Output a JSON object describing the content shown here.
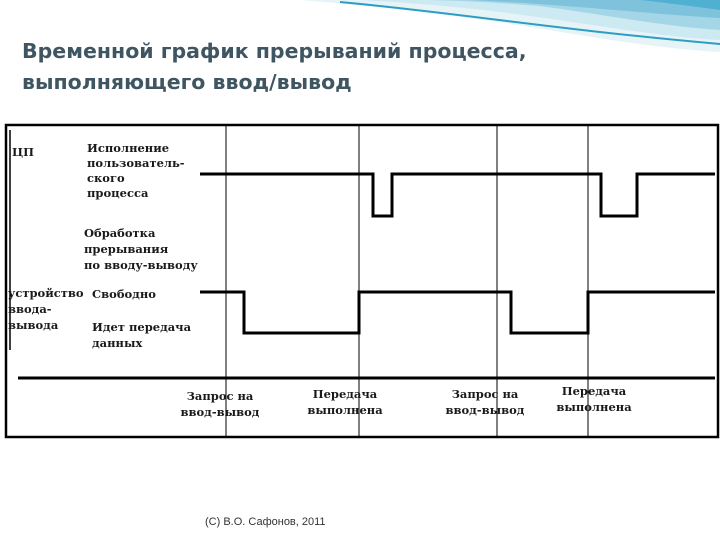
{
  "slide": {
    "title_line1": "Временной график прерываний процесса,",
    "title_line2": "выполняющего ввод/вывод",
    "footer": "(С) В.О. Сафонов, 2011"
  },
  "diagram": {
    "cpu_label": "ЦП",
    "cpu_user": [
      "Исполнение",
      "пользователь-",
      "ского",
      "процесса"
    ],
    "cpu_interrupt": [
      "Обработка",
      "прерывания",
      "по вводу-выводу"
    ],
    "device_label": [
      "устройство",
      "ввода-",
      "вывода"
    ],
    "device_idle": "Свободно",
    "device_transfer": [
      "Идет передача",
      "данных"
    ],
    "events": [
      [
        "Запрос на",
        "ввод-вывод"
      ],
      [
        "Передача",
        "выполнена"
      ],
      [
        "Запрос на",
        "ввод-вывод"
      ],
      [
        "Передача",
        "выполнена"
      ]
    ]
  },
  "colors": {
    "title": "#3f5662",
    "wave_light": "#cde9f1",
    "wave_mid": "#7ec3db",
    "wave_dark": "#2c9ec4",
    "lines": "#000000",
    "frame": "#000000"
  }
}
